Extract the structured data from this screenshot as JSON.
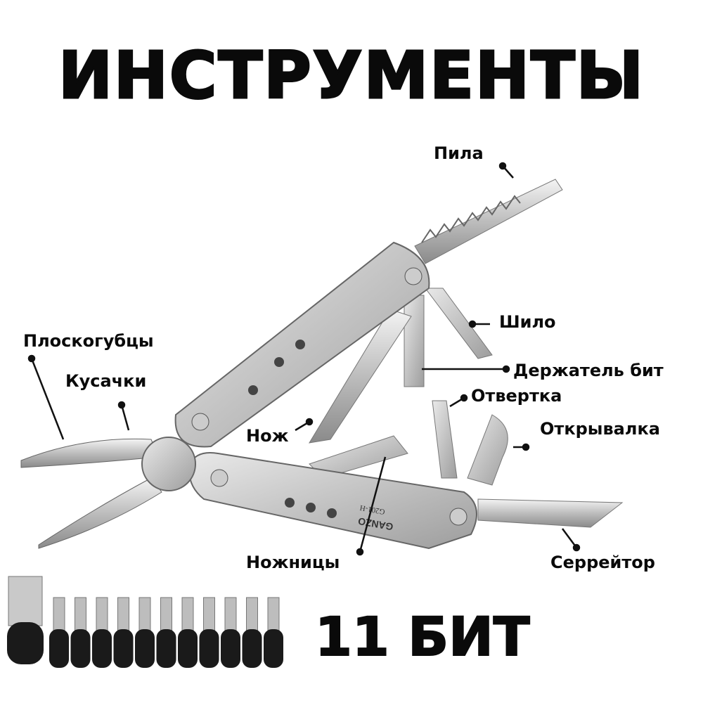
{
  "title": "ИНСТРУМЕНТЫ",
  "labels": {
    "saw": "Пила",
    "awl": "Шило",
    "pliers": "Плоскогубцы",
    "cutters": "Кусачки",
    "bit_holder": "Держатель бит",
    "screwdriver": "Отвертка",
    "knife": "Нож",
    "opener": "Открывалка",
    "scissors": "Ножницы",
    "serrator": "Серрейтор"
  },
  "bits_caption": "11 БИТ",
  "product_marks": {
    "brand": "GANZO",
    "model": "G201-H"
  },
  "bits_count": 11
}
